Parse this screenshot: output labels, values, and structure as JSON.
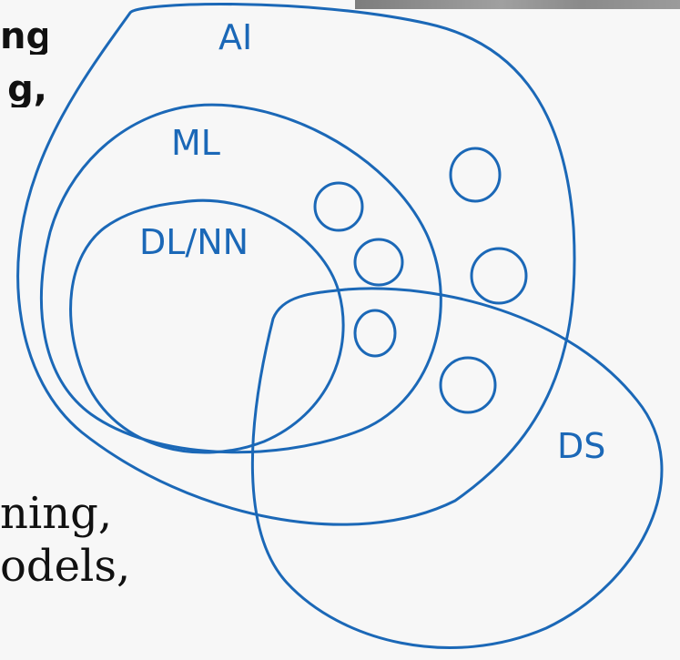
{
  "page_text": {
    "top_fragment_1": "ng",
    "top_fragment_2": "g,",
    "bottom_fragment_1": "ning,",
    "bottom_fragment_2": "odels,"
  },
  "diagram": {
    "stroke_color": "#1b68b7",
    "labels": {
      "ai": "AI",
      "ml": "ML",
      "dl_nn": "DL/NN",
      "ds": "DS"
    }
  }
}
